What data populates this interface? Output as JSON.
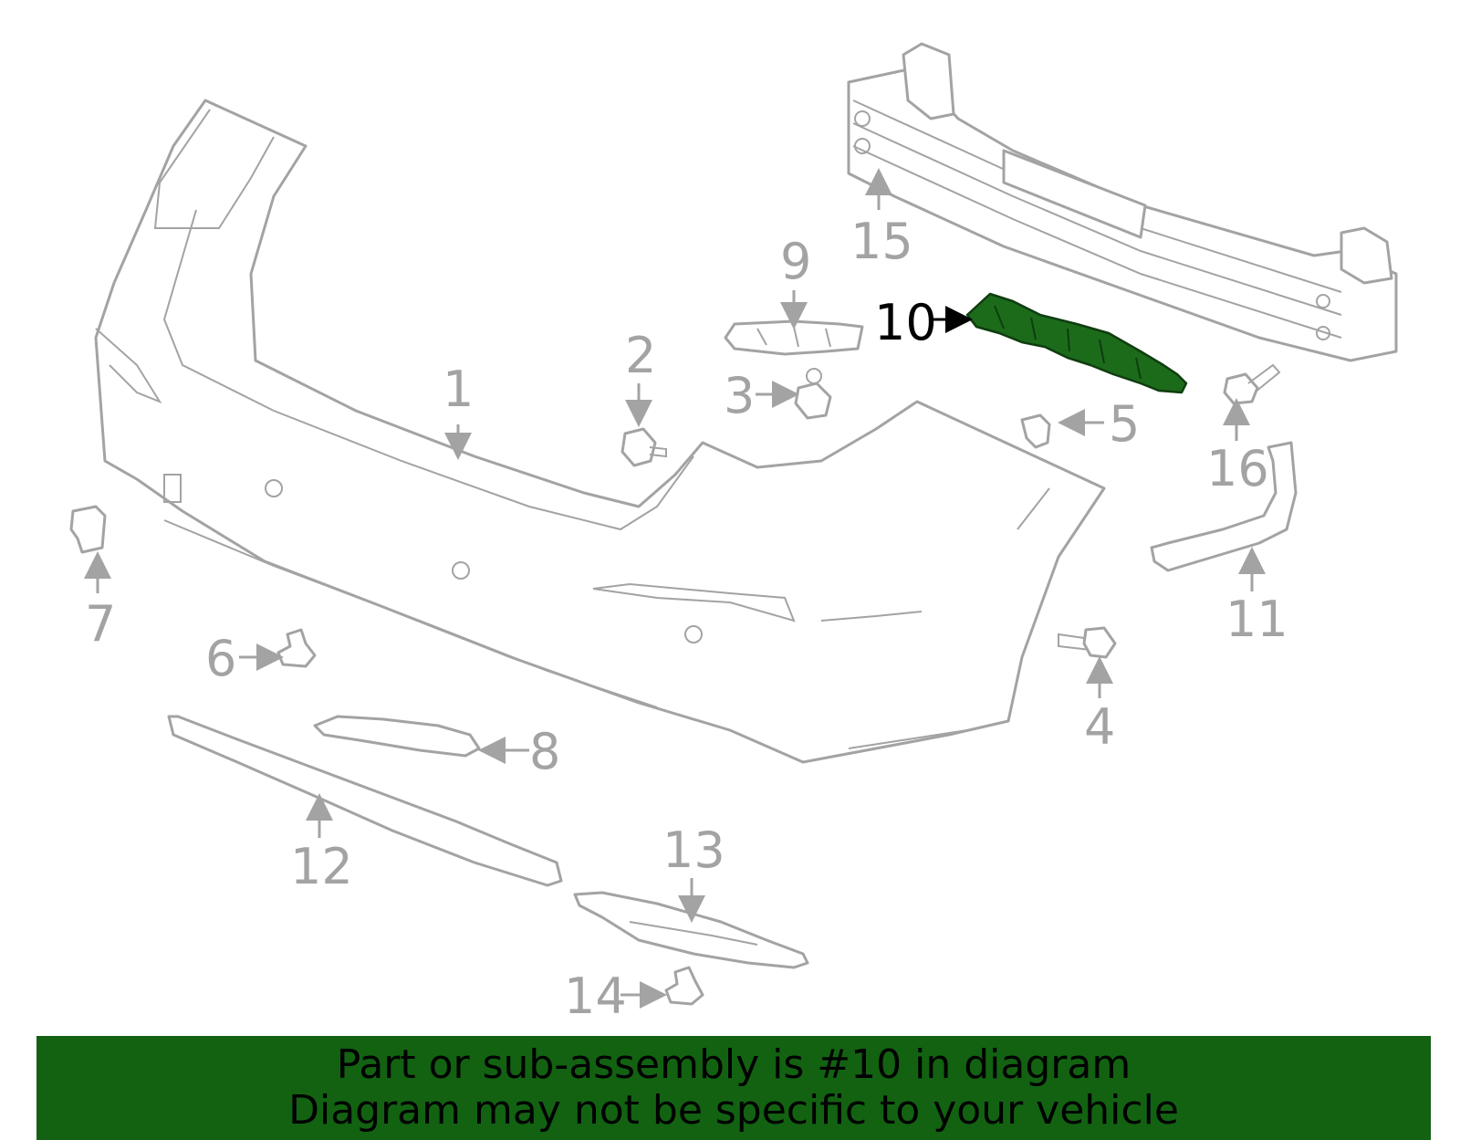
{
  "highlight": {
    "part_number": "10",
    "color": "#1b6b1b"
  },
  "banner": {
    "line1": "Part or sub-assembly is #10 in diagram",
    "line2": "Diagram may not be specific to your vehicle",
    "color": "#126212"
  },
  "labels": [
    {
      "id": "1",
      "text": "1"
    },
    {
      "id": "2",
      "text": "2"
    },
    {
      "id": "3",
      "text": "3"
    },
    {
      "id": "4",
      "text": "4"
    },
    {
      "id": "5",
      "text": "5"
    },
    {
      "id": "6",
      "text": "6"
    },
    {
      "id": "7",
      "text": "7"
    },
    {
      "id": "8",
      "text": "8"
    },
    {
      "id": "9",
      "text": "9"
    },
    {
      "id": "10",
      "text": "10"
    },
    {
      "id": "11",
      "text": "11"
    },
    {
      "id": "12",
      "text": "12"
    },
    {
      "id": "13",
      "text": "13"
    },
    {
      "id": "14",
      "text": "14"
    },
    {
      "id": "15",
      "text": "15"
    },
    {
      "id": "16",
      "text": "16"
    }
  ]
}
